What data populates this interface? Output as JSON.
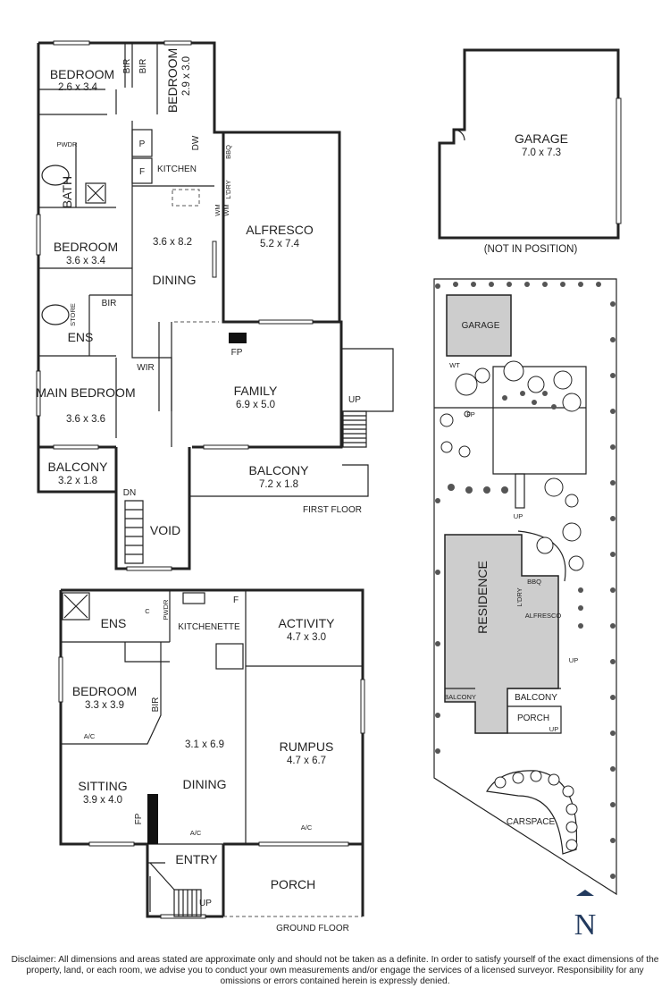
{
  "first_floor": {
    "label": "FIRST FLOOR",
    "rooms": [
      {
        "name": "BEDROOM",
        "dims": "2.6 x 3.4"
      },
      {
        "name": "BEDROOM",
        "dims": "2.9 x 3.0"
      },
      {
        "name": "BEDROOM",
        "dims": "3.6 x 3.4"
      },
      {
        "name": "MAIN BEDROOM",
        "dims": "3.6 x 3.6"
      },
      {
        "name": "BALCONY",
        "dims": "3.2 x 1.8"
      },
      {
        "name": "KITCHEN",
        "dims": ""
      },
      {
        "name": "DINING",
        "dims": "3.6 x 8.2"
      },
      {
        "name": "ALFRESCO",
        "dims": "5.2 x 7.4"
      },
      {
        "name": "FAMILY",
        "dims": "6.9 x 5.0"
      },
      {
        "name": "BALCONY",
        "dims": "7.2 x 1.8"
      },
      {
        "name": "VOID",
        "dims": ""
      },
      {
        "name": "BATH",
        "dims": ""
      },
      {
        "name": "ENS",
        "dims": ""
      },
      {
        "name": "WIR",
        "dims": ""
      }
    ],
    "fixtures": [
      "BIR",
      "BIR",
      "PWDR",
      "P",
      "F",
      "DW",
      "BBQ",
      "L'DRY",
      "WM",
      "WM",
      "STORE",
      "BIR",
      "FP",
      "UP",
      "DN"
    ]
  },
  "ground_floor": {
    "label": "GROUND FLOOR",
    "rooms": [
      {
        "name": "ENS",
        "dims": ""
      },
      {
        "name": "KITCHENETTE",
        "dims": ""
      },
      {
        "name": "ACTIVITY",
        "dims": "4.7 x 3.0"
      },
      {
        "name": "BEDROOM",
        "dims": "3.3 x 3.9"
      },
      {
        "name": "DINING",
        "dims": "3.1 x 6.9"
      },
      {
        "name": "RUMPUS",
        "dims": "4.7 x 6.7"
      },
      {
        "name": "SITTING",
        "dims": "3.9 x 4.0"
      },
      {
        "name": "ENTRY",
        "dims": ""
      },
      {
        "name": "PORCH",
        "dims": ""
      }
    ],
    "fixtures": [
      "C",
      "PWDR",
      "F",
      "BIR",
      "A/C",
      "A/C",
      "A/C",
      "FP",
      "UP"
    ]
  },
  "garage": {
    "name": "GARAGE",
    "dims": "7.0 x 7.3",
    "note": "(NOT IN POSITION)"
  },
  "site_plan": {
    "labels": [
      "GARAGE",
      "WT",
      "FP",
      "UP",
      "RESIDENCE",
      "BBQ",
      "L'DRY",
      "ALFRESCO",
      "UP",
      "BALCONY",
      "BALCONY",
      "PORCH",
      "UP",
      "CARSPACE"
    ]
  },
  "north_label": "N",
  "disclaimer": "Disclaimer: All dimensions and areas stated are approximate only and should not be taken as a definite. In order to satisfy yourself of the exact dimensions of the property, land, or each room, we advise you to conduct your own measurements and/or engage the services of a licensed surveyor. Responsibility for any omissions or errors contained herein is expressly denied."
}
